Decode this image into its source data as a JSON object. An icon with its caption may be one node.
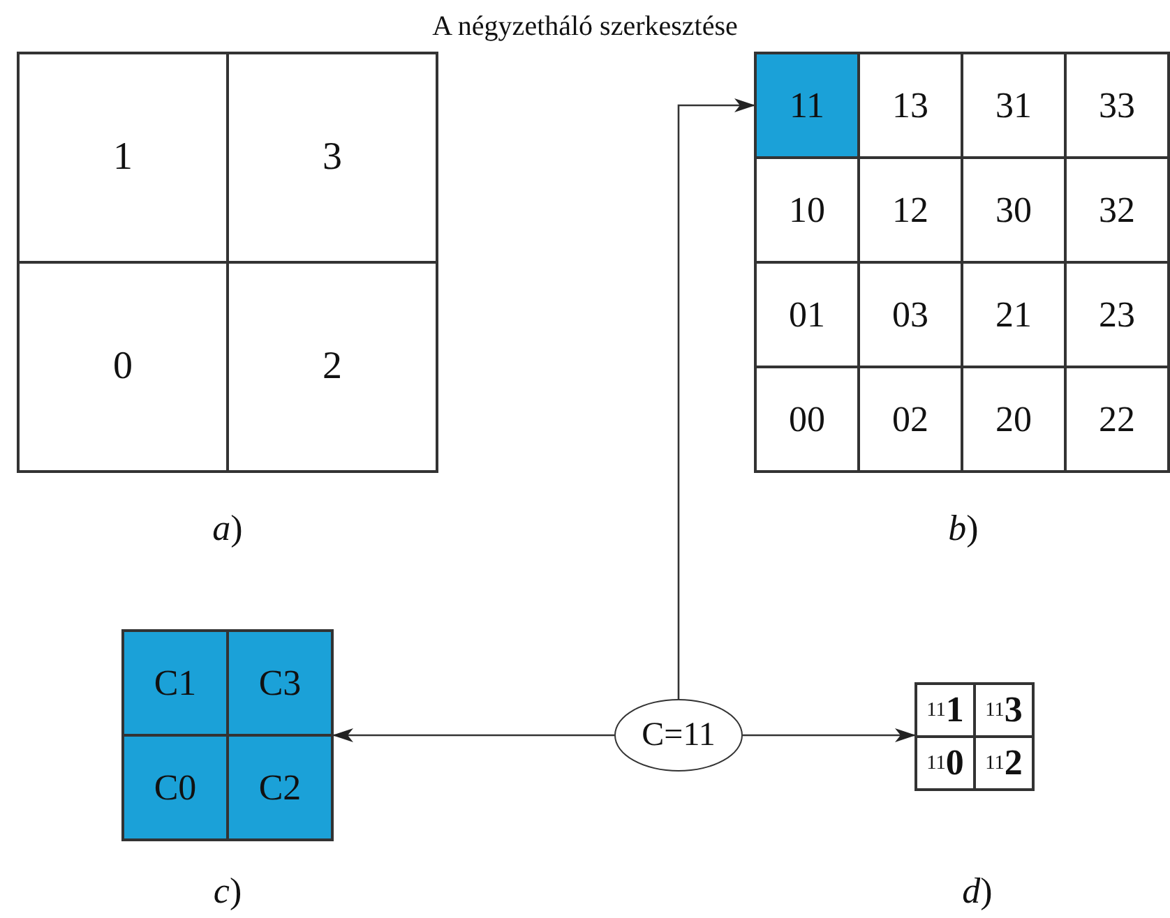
{
  "diagram": {
    "title": "A négyzetháló szerkesztése",
    "nodes": [
      {
        "text": [],
        "shape": "box",
        "beside": [
          "*a*)"
        ]
      },
      {
        "text": [
          "1"
        ],
        "in": 0
      },
      {
        "text": [
          "3"
        ],
        "in": 0
      },
      {
        "text": [
          "0"
        ],
        "in": 0
      },
      {
        "text": [
          "2"
        ],
        "in": 0
      },
      {
        "text": [],
        "shape": "box",
        "beside": [
          "*b*)"
        ]
      },
      {
        "text": [
          "11"
        ],
        "in": 5
      },
      {
        "text": [
          "13"
        ],
        "in": 5
      },
      {
        "text": [
          "31"
        ],
        "in": 5
      },
      {
        "text": [
          "33"
        ],
        "in": 5
      },
      {
        "text": [
          "10"
        ],
        "in": 5
      },
      {
        "text": [
          "12"
        ],
        "in": 5
      },
      {
        "text": [
          "30"
        ],
        "in": 5
      },
      {
        "text": [
          "32"
        ],
        "in": 5
      },
      {
        "text": [
          "01"
        ],
        "in": 5
      },
      {
        "text": [
          "03"
        ],
        "in": 5
      },
      {
        "text": [
          "21"
        ],
        "in": 5
      },
      {
        "text": [
          "23"
        ],
        "in": 5
      },
      {
        "text": [
          "00"
        ],
        "in": 5
      },
      {
        "text": [
          "02"
        ],
        "in": 5
      },
      {
        "text": [
          "20"
        ],
        "in": 5
      },
      {
        "text": [
          "22"
        ],
        "in": 5
      },
      {
        "text": [],
        "shape": "box",
        "beside": [
          "*c*)"
        ]
      },
      {
        "text": [
          "C1"
        ],
        "in": 22
      },
      {
        "text": [
          "C3"
        ],
        "in": 22
      },
      {
        "text": [
          "C0"
        ],
        "in": 22
      },
      {
        "text": [
          "C2"
        ],
        "in": 22
      },
      {
        "text": [
          "C=11"
        ]
      },
      {
        "text": [],
        "shape": "box",
        "beside": [
          "*d*)"
        ]
      },
      {
        "text": [
          "$_{11}$**1**"
        ],
        "in": 28
      },
      {
        "text": [
          "$_{11}$**3**"
        ],
        "in": 28
      },
      {
        "text": [
          "$_{11}$**0**"
        ],
        "in": 28
      },
      {
        "text": [
          "$_{11}$**2**"
        ],
        "in": 28
      }
    ],
    "edges": [
      {
        "from": 27,
        "to": 6,
        "arrow": "to"
      },
      {
        "from": 27,
        "to": 22,
        "arrow": "to"
      },
      {
        "from": 27,
        "to": 28,
        "arrow": "to"
      }
    ]
  }
}
